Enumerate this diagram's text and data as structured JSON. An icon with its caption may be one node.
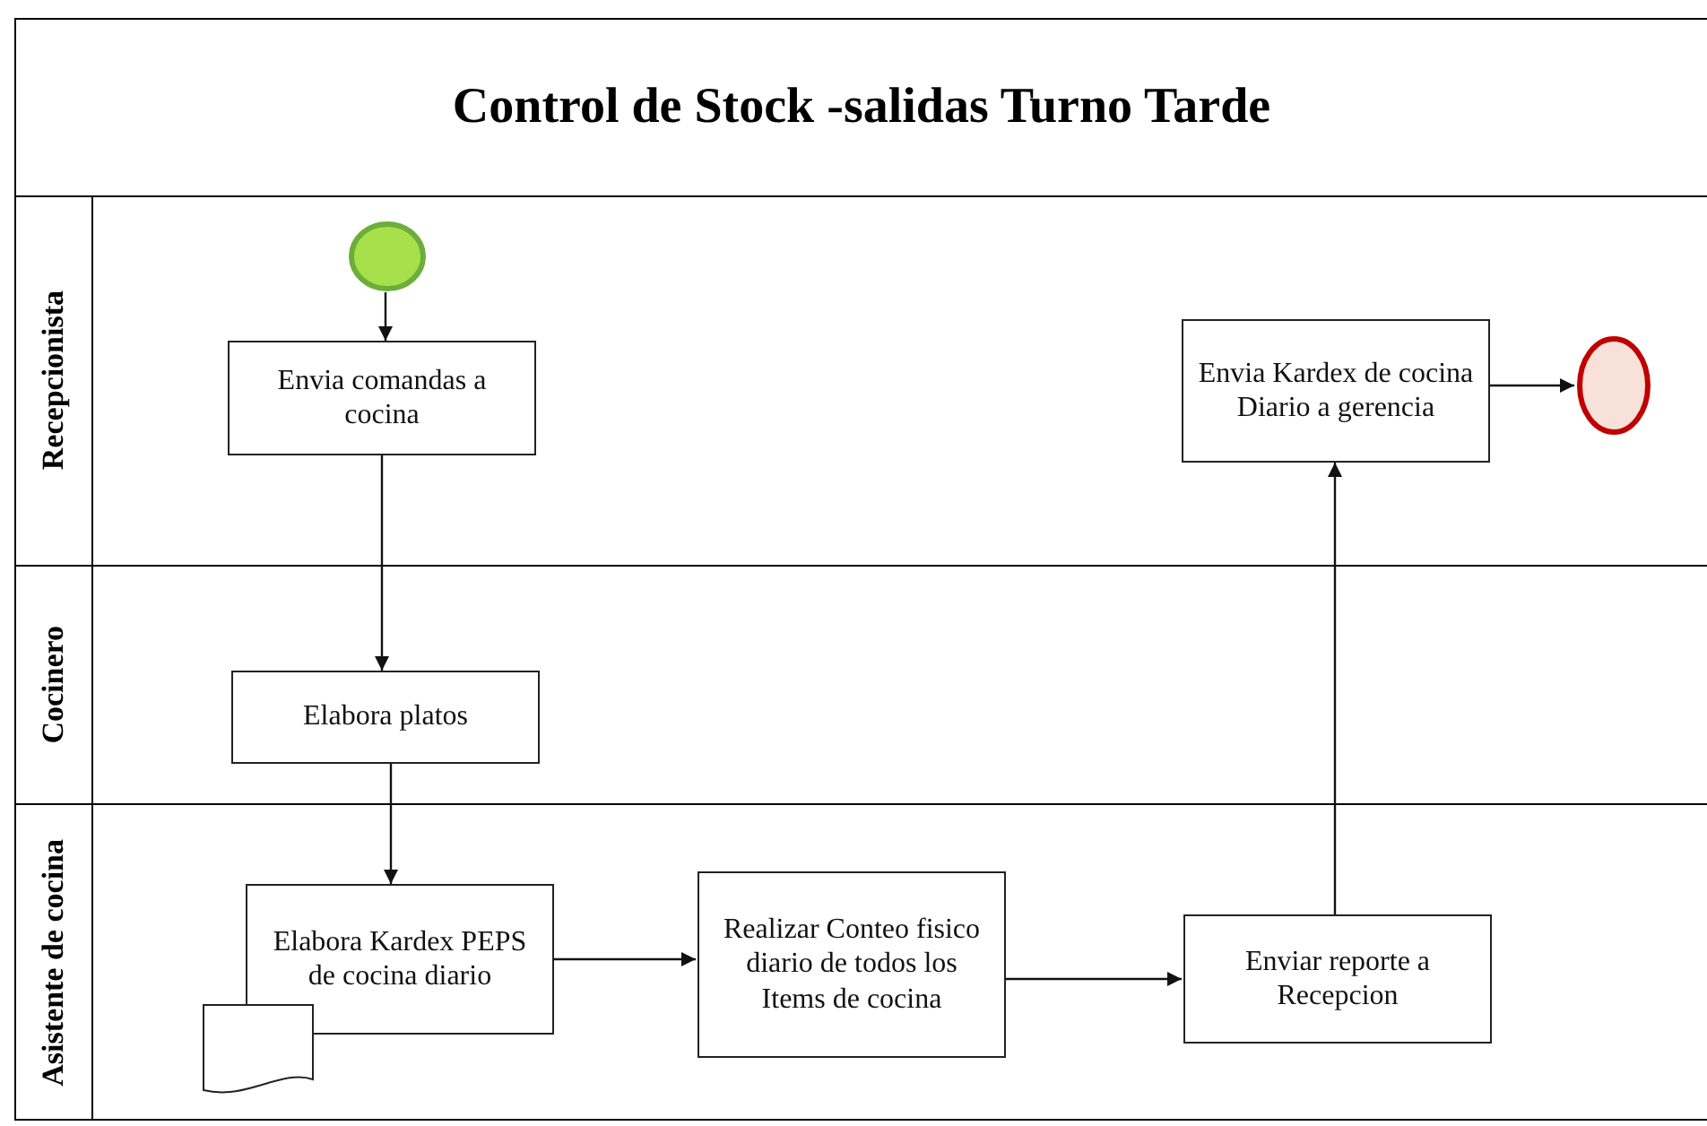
{
  "diagram": {
    "title": "Control de Stock -salidas Turno Tarde",
    "nodes": [
      {
        "text": [
          "Recepcionista"
        ]
      },
      {
        "text": [
          "Cocinero"
        ]
      },
      {
        "text": [
          "Asistente de cocina"
        ]
      },
      {
        "text": [],
        "shape": "circle",
        "in": 0
      },
      {
        "text": [
          "Envia comandas a cocina"
        ],
        "in": 0
      },
      {
        "text": [
          "Envia Kardex de cocina Diario a gerencia"
        ],
        "in": 0
      },
      {
        "text": [],
        "shape": "circle",
        "in": 0
      },
      {
        "text": [
          "Elabora platos"
        ],
        "in": 1
      },
      {
        "text": [
          "Elabora Kardex PEPS de cocina diario"
        ],
        "in": 2
      },
      {
        "text": [],
        "shape": "document",
        "in": 2
      },
      {
        "text": [
          "Realizar Conteo fisico diario de todos los Items de cocina"
        ],
        "in": 2
      },
      {
        "text": [
          "Enviar reporte a Recepcion"
        ],
        "in": 2
      }
    ],
    "edges": [
      {
        "from": 3,
        "to": 4,
        "arrow": "to"
      },
      {
        "from": 4,
        "to": 7,
        "arrow": "to"
      },
      {
        "from": 7,
        "to": 8,
        "arrow": "to"
      },
      {
        "from": 8,
        "to": 10,
        "arrow": "to"
      },
      {
        "from": 10,
        "to": 11,
        "arrow": "to"
      },
      {
        "from": 11,
        "to": 5,
        "arrow": "to"
      },
      {
        "from": 5,
        "to": 6,
        "arrow": "to"
      }
    ]
  }
}
